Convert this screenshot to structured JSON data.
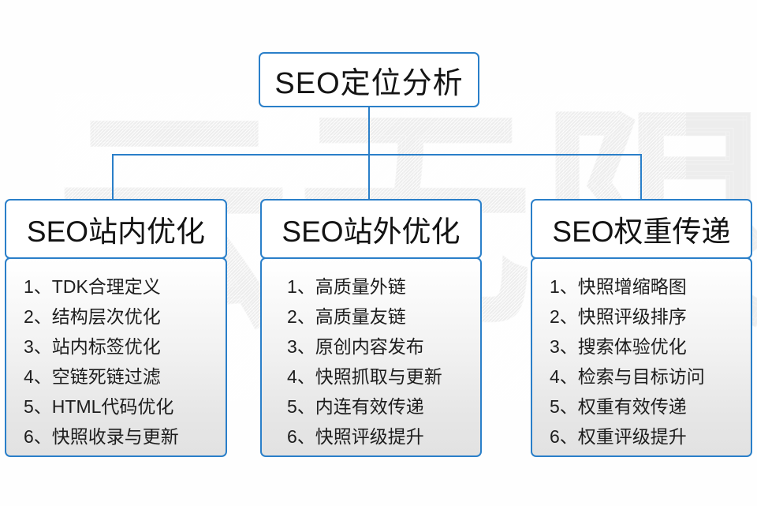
{
  "diagram": {
    "title": "SEO定位分析",
    "watermark": "云无限",
    "accent_color": "#2a7fc9",
    "text_color": "#141414",
    "background_color": "#ffffff",
    "branch_color": "#2a7fc9",
    "columns": [
      {
        "heading": "SEO站内优化",
        "items": [
          "1、TDK合理定义",
          "2、结构层次优化",
          "3、站内标签优化",
          "4、空链死链过滤",
          "5、HTML代码优化",
          "6、快照收录与更新"
        ]
      },
      {
        "heading": "SEO站外优化",
        "items": [
          "1、高质量外链",
          "2、高质量友链",
          "3、原创内容发布",
          "4、快照抓取与更新",
          "5、内连有效传递",
          "6、快照评级提升"
        ]
      },
      {
        "heading": "SEO权重传递",
        "items": [
          "1、快照增缩略图",
          "2、快照评级排序",
          "3、搜索体验优化",
          "4、检索与目标访问",
          "5、权重有效传递",
          "6、权重评级提升"
        ]
      }
    ]
  }
}
